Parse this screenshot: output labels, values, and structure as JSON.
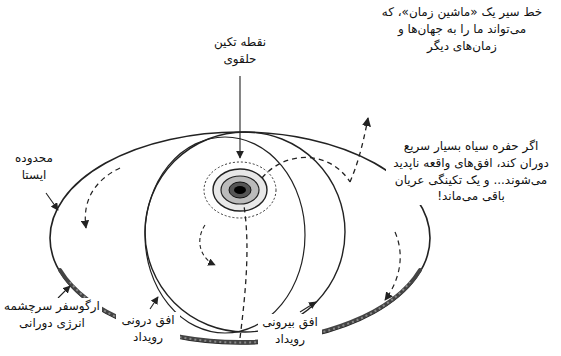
{
  "diagram": {
    "labels": [
      "خط سیر یک «ماشین زمان»، که می‌تواند ما را به جهان‌ها و زمان‌های دیگر",
      "نقطه تکین حلقوی",
      "محدوده ایستا",
      "اگر حفره سیاه بسیار سریع دوران کند، افق‌های واقعه ناپدید می‌شوند... و یک تکینگی عریان باقی می‌ماند!",
      "ارگوسفر سرچشمه انرژی دورانی",
      "افق درونی رویداد",
      "افق بیرونی رویداد"
    ]
  }
}
